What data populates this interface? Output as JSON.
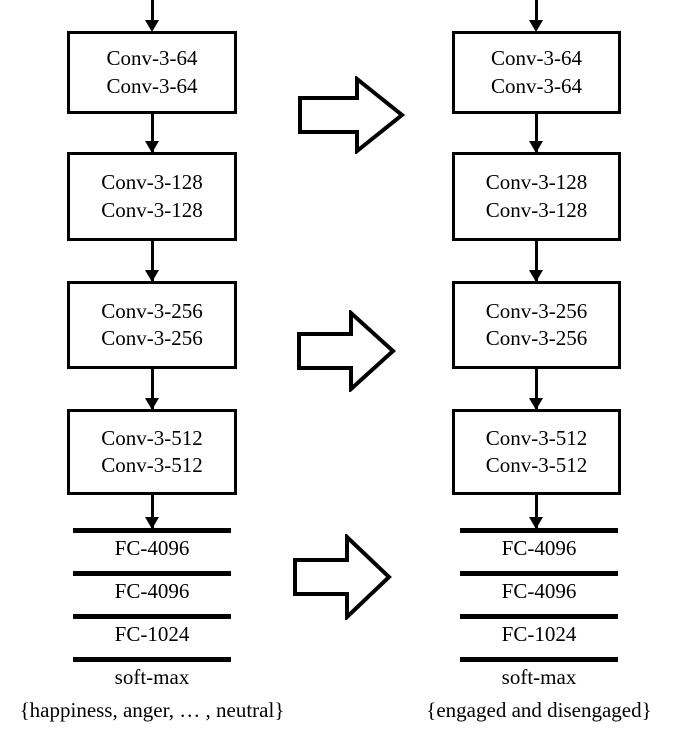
{
  "diagram": {
    "title": "Two-branch VGG-style CNN architecture diagram",
    "stroke_color": "#000000",
    "background_color": "#ffffff",
    "columns": [
      {
        "id": "left-network",
        "name": "emotion-recognition-branch",
        "conv_blocks": [
          {
            "lines": [
              "Conv-3-64",
              "Conv-3-64"
            ]
          },
          {
            "lines": [
              "Conv-3-128",
              "Conv-3-128"
            ]
          },
          {
            "lines": [
              "Conv-3-256",
              "Conv-3-256"
            ]
          },
          {
            "lines": [
              "Conv-3-512",
              "Conv-3-512"
            ]
          }
        ],
        "fc_layers": [
          "FC-4096",
          "FC-4096",
          "FC-1024"
        ],
        "output_layer": "soft-max",
        "output_classes": "{happiness, anger, … , neutral}"
      },
      {
        "id": "right-network",
        "name": "engagement-recognition-branch",
        "conv_blocks": [
          {
            "lines": [
              "Conv-3-64",
              "Conv-3-64"
            ]
          },
          {
            "lines": [
              "Conv-3-128",
              "Conv-3-128"
            ]
          },
          {
            "lines": [
              "Conv-3-256",
              "Conv-3-256"
            ]
          },
          {
            "lines": [
              "Conv-3-512",
              "Conv-3-512"
            ]
          }
        ],
        "fc_layers": [
          "FC-4096",
          "FC-4096",
          "FC-1024"
        ],
        "output_layer": "soft-max",
        "output_classes": "{engaged and disengaged}"
      }
    ],
    "transfer_arrows": [
      {
        "label": "transfer-arrow-1",
        "direction": "right"
      },
      {
        "label": "transfer-arrow-2",
        "direction": "right"
      },
      {
        "label": "transfer-arrow-3",
        "direction": "right"
      }
    ]
  }
}
